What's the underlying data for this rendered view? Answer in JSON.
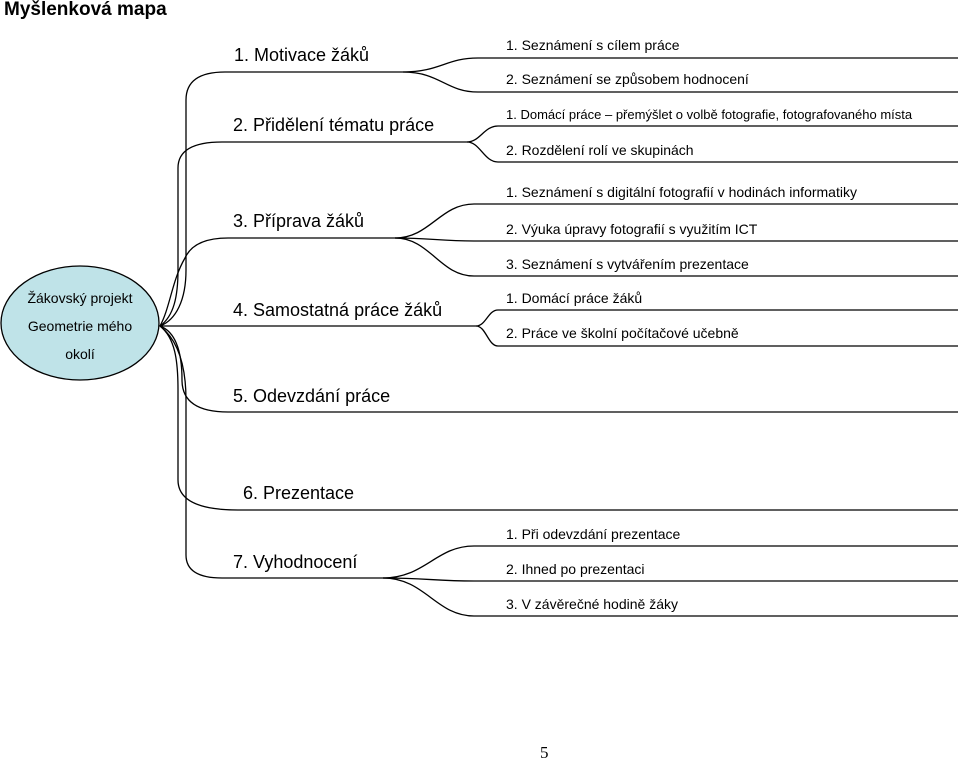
{
  "title": "Myšlenková mapa",
  "root": {
    "lines": [
      "Žákovský projekt",
      "Geometrie mého",
      "okolí"
    ],
    "fill": "#bfe3e8"
  },
  "branches": [
    {
      "label": "1. Motivace žáků",
      "subs": [
        "1. Seznámení s cílem práce",
        "2. Seznámení se způsobem hodnocení"
      ]
    },
    {
      "label": "2. Přidělení tématu práce",
      "subs": [
        "1. Domácí práce – přemýšlet o volbě fotografie, fotografovaného místa",
        "2. Rozdělení rolí ve skupinách"
      ]
    },
    {
      "label": "3. Příprava žáků",
      "subs": [
        "1. Seznámení s digitální fotografií v hodinách informatiky",
        "2. Výuka úpravy fotografií s využitím ICT",
        "3. Seznámení s vytvářením prezentace"
      ]
    },
    {
      "label": "4. Samostatná práce žáků",
      "subs": [
        "1. Domácí práce žáků",
        "2. Práce ve školní počítačové učebně"
      ]
    },
    {
      "label": "5. Odevzdání práce",
      "subs": []
    },
    {
      "label": "6. Prezentace",
      "subs": []
    },
    {
      "label": "7. Vyhodnocení",
      "subs": [
        "1. Při odevzdání prezentace",
        "2. Ihned po prezentaci",
        "3. V závěrečné hodině žáky"
      ]
    }
  ],
  "page_number": "5"
}
